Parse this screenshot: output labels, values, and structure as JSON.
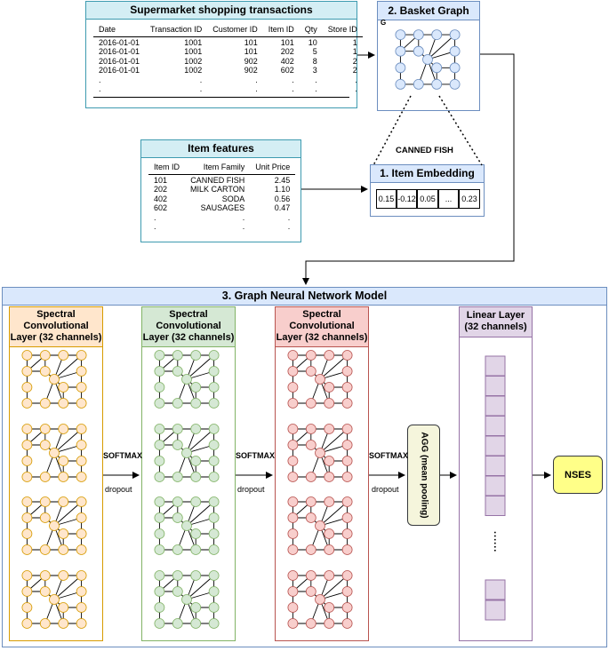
{
  "transactions": {
    "title": "Supermarket shopping transactions",
    "headers": [
      "Date",
      "Transaction ID",
      "Customer ID",
      "Item ID",
      "Qty",
      "Store ID"
    ],
    "rows": [
      [
        "2016-01-01",
        "1001",
        "101",
        "101",
        "10",
        "1"
      ],
      [
        "2016-01-01",
        "1001",
        "101",
        "202",
        "5",
        "1"
      ],
      [
        "2016-01-01",
        "1002",
        "902",
        "402",
        "8",
        "2"
      ],
      [
        "2016-01-01",
        "1002",
        "902",
        "602",
        "3",
        "2"
      ],
      [
        ".",
        ".",
        ".",
        ".",
        ".",
        "."
      ],
      [
        ".",
        ".",
        ".",
        ".",
        ".",
        "."
      ]
    ]
  },
  "basket_graph": {
    "title": "2. Basket Graph",
    "graph_label": "G"
  },
  "item_features": {
    "title": "Item features",
    "headers": [
      "Item ID",
      "Item Family",
      "Unit Price"
    ],
    "rows": [
      [
        "101",
        "CANNED FISH",
        "2.45"
      ],
      [
        "202",
        "MILK CARTON",
        "1.10"
      ],
      [
        "402",
        "SODA",
        "0.56"
      ],
      [
        "602",
        "SAUSAGES",
        "0.47"
      ],
      [
        ".",
        ".",
        "."
      ],
      [
        ".",
        ".",
        "."
      ]
    ]
  },
  "item_embedding": {
    "caption": "CANNED FISH",
    "title": "1. Item Embedding",
    "values": [
      "0.15",
      "-0.12",
      "0.05",
      "...",
      "0.23"
    ]
  },
  "gnn": {
    "title": "3. Graph Neural Network Model",
    "layers": [
      {
        "title_1": "Spectral",
        "title_2": "Convolutional",
        "title_3": "Layer (32 channels)"
      },
      {
        "title_1": "Spectral",
        "title_2": "Convolutional",
        "title_3": "Layer (32 channels)"
      },
      {
        "title_1": "Spectral",
        "title_2": "Convolutional",
        "title_3": "Layer (32 channels)"
      }
    ],
    "softmax_label": "SOFTMAX",
    "dropout_label": "dropout",
    "agg_label": "AGG (mean pooling)",
    "linear_title_1": "Linear Layer",
    "linear_title_2": "(32 channels)",
    "ellipsis": "......",
    "output_label": "NSES"
  },
  "colors": {
    "teal_border": "#3e9bb0",
    "teal_fill": "#d4eef4",
    "blue_border": "#6c8ebf",
    "blue_fill": "#dae8fc",
    "orange_fill": "#ffe6cc",
    "orange_border": "#d79b00",
    "green_fill": "#d5e8d4",
    "green_border": "#82b366",
    "red_fill": "#f8cecc",
    "red_border": "#b85450",
    "purple_fill": "#e1d5e7",
    "purple_border": "#9673a6",
    "yellow_fill": "#ffff88",
    "yellow_border": "#36393d",
    "agg_fill": "#f5f5dc"
  }
}
